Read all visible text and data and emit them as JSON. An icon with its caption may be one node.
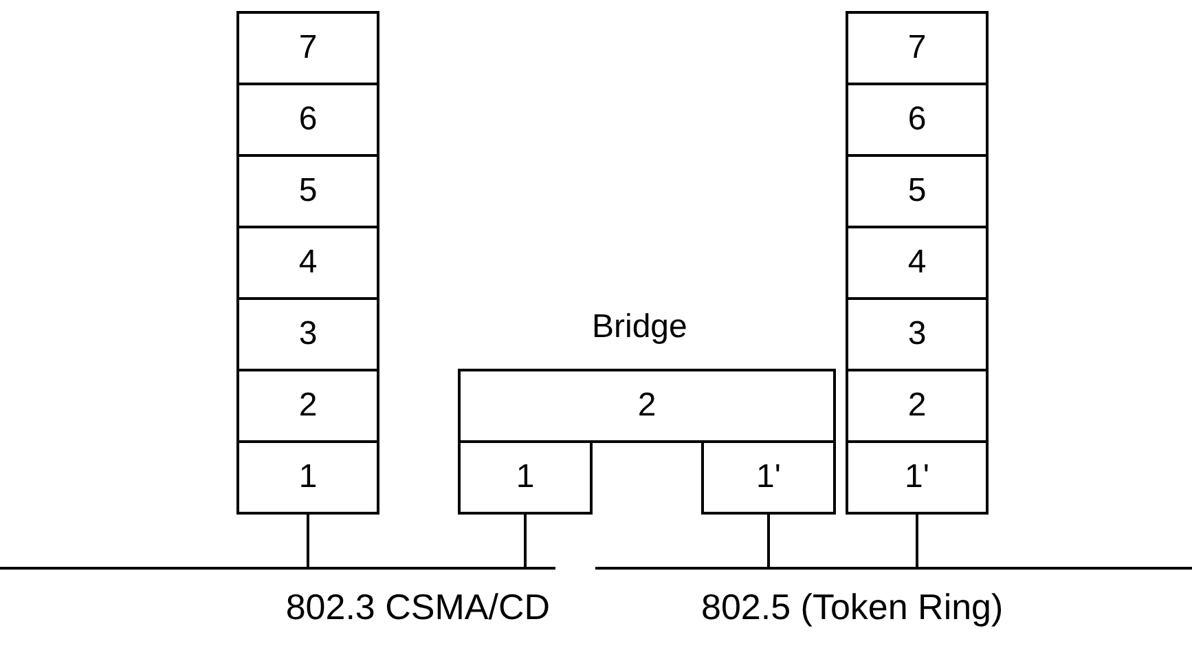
{
  "diagram": {
    "nodes": [
      {
        "text": [
          "7"
        ]
      },
      {
        "text": [
          "6"
        ]
      },
      {
        "text": [
          "5"
        ]
      },
      {
        "text": [
          "4"
        ]
      },
      {
        "text": [
          "3"
        ]
      },
      {
        "text": [
          "2"
        ]
      },
      {
        "text": [
          "1"
        ]
      },
      {
        "text": [
          "Bridge",
          "2"
        ]
      },
      {
        "text": [
          "1"
        ]
      },
      {
        "text": [
          "1'"
        ]
      },
      {
        "text": [
          "7"
        ]
      },
      {
        "text": [
          "6"
        ]
      },
      {
        "text": [
          "5"
        ]
      },
      {
        "text": [
          "4"
        ]
      },
      {
        "text": [
          "3"
        ]
      },
      {
        "text": [
          "2"
        ]
      },
      {
        "text": [
          "1'"
        ]
      },
      {
        "text": [
          "802.3 CSMA/CD"
        ]
      },
      {
        "text": [
          "802.5 (Token Ring)"
        ]
      }
    ],
    "edges": [
      {
        "from": 6,
        "to": 17,
        "arrow": "none"
      },
      {
        "from": 8,
        "to": 17,
        "arrow": "none"
      },
      {
        "from": 9,
        "to": 18,
        "arrow": "none"
      },
      {
        "from": 16,
        "to": 18,
        "arrow": "none"
      }
    ]
  }
}
